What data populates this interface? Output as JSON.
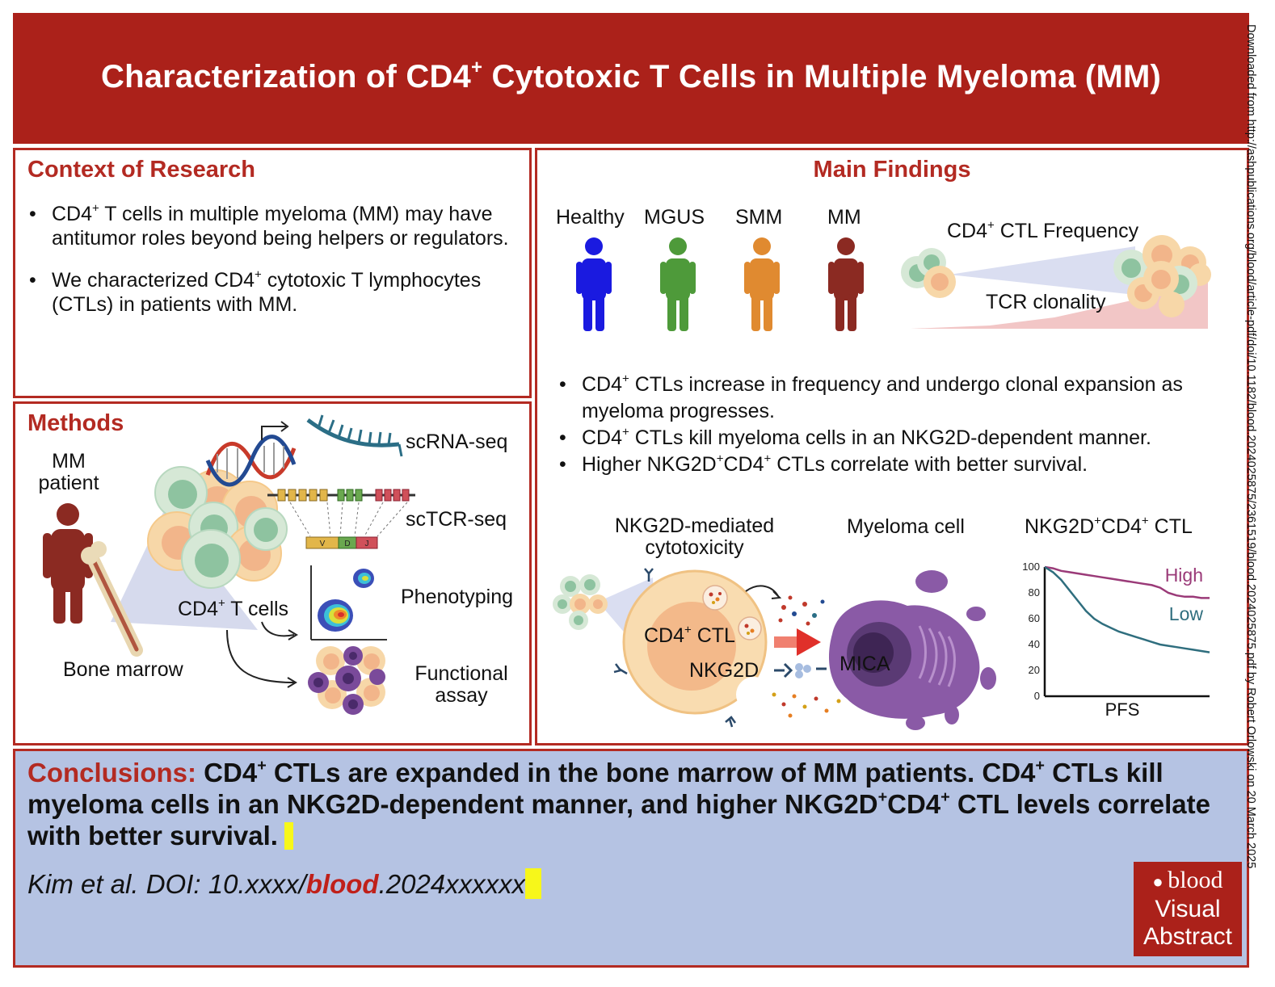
{
  "header": {
    "title_part1": "Characterization of CD4",
    "title_sup": "+",
    "title_part2": " Cytotoxic T Cells in Multiple Myeloma (MM)"
  },
  "context": {
    "heading": "Context of Research",
    "bullet1": {
      "a": "CD4",
      "sup": "+",
      "b": " T cells in multiple myeloma (MM) may have antitumor roles beyond being helpers or regulators."
    },
    "bullet2": {
      "a": "We characterized CD4",
      "sup": "+",
      "b": " cytotoxic  T lymphocytes (CTLs) in patients with MM."
    }
  },
  "methods": {
    "heading": "Methods",
    "mm_patient": "MM patient",
    "bone_marrow": "Bone marrow",
    "cd4_t_cells": {
      "a": "CD4",
      "sup": "+",
      "b": " T cells"
    },
    "scrna": "scRNA-seq",
    "sctcr": "scTCR-seq",
    "phenotyping": "Phenotyping",
    "functional": "Functional assay",
    "segments": [
      "V",
      "D",
      "J"
    ]
  },
  "findings": {
    "heading": "Main Findings",
    "groups": [
      {
        "label": "Healthy",
        "color": "#1a1ae0"
      },
      {
        "label": "MGUS",
        "color": "#4e9a3a"
      },
      {
        "label": "SMM",
        "color": "#e08a30"
      },
      {
        "label": "MM",
        "color": "#8b2a22"
      }
    ],
    "frequency": {
      "a": "CD4",
      "sup": "+",
      "b": " CTL Frequency"
    },
    "tcr": "TCR clonality",
    "bullets": [
      {
        "a": "CD4",
        "sup": "+",
        "b": " CTLs increase in frequency and undergo clonal expansion as myeloma progresses."
      },
      {
        "a": "CD4",
        "sup": "+",
        "b": " CTLs kill myeloma cells in an NKG2D-dependent manner."
      },
      {
        "a": "Higher NKG2D",
        "sup": "+",
        "b": "CD4",
        "sup2": "+",
        "c": " CTLs correlate with better survival."
      }
    ],
    "nkg2d_mediated": "NKG2D-mediated cytotoxicity",
    "myeloma_cell": "Myeloma cell",
    "cd4_ctl": {
      "a": "CD4",
      "sup": "+",
      "b": " CTL"
    },
    "nkg2d": "NKG2D",
    "mica": "MICA",
    "survival_title": {
      "a": "NKG2D",
      "sup": "+",
      "b": "CD4",
      "sup2": "+",
      "c": " CTL"
    }
  },
  "chart_data": {
    "type": "line",
    "title": "NKG2D⁺CD4⁺ CTL",
    "xlabel": "PFS",
    "ylabel": "",
    "ylim": [
      0,
      100
    ],
    "yticks": [
      0,
      20,
      40,
      60,
      80,
      100
    ],
    "x": [
      0,
      5,
      10,
      15,
      20,
      25,
      30,
      35,
      40,
      45,
      50,
      55,
      60,
      65,
      70,
      75,
      80,
      85,
      90,
      95,
      100
    ],
    "series": [
      {
        "name": "High",
        "color": "#9a3a78",
        "values": [
          100,
          99,
          97,
          96,
          95,
          94,
          93,
          92,
          91,
          90,
          89,
          88,
          87,
          86,
          84,
          80,
          78,
          77,
          77,
          76,
          76
        ]
      },
      {
        "name": "Low",
        "color": "#2f6e7e",
        "values": [
          100,
          96,
          90,
          82,
          74,
          66,
          60,
          56,
          53,
          50,
          48,
          46,
          44,
          42,
          40,
          39,
          38,
          37,
          36,
          35,
          34
        ]
      }
    ]
  },
  "conclusions": {
    "label": "Conclusions:",
    "text1": " CD4",
    "sup1": "+",
    "text2": " CTLs are expanded in the bone marrow of MM patients. CD4",
    "sup2": "+",
    "text3": " CTLs kill myeloma cells in an NKG2D-dependent manner, and higher NKG2D",
    "sup3": "+",
    "text4": "CD4",
    "sup4": "+",
    "text5": " CTL levels correlate with better survival.",
    "citation_a": "Kim et al. DOI: 10.xxxx/",
    "citation_b": "blood",
    "citation_c": ".2024xxxxxx"
  },
  "logo": {
    "line1": "blood",
    "line2": "Visual",
    "line3": "Abstract"
  },
  "side_note": "Downloaded from http://ashpublications.org/blood/article-pdf/doi/10.1182/blood.2024025875/2361519/blood.2024025875.pdf by Robert Orlowski on 20 March 2025"
}
